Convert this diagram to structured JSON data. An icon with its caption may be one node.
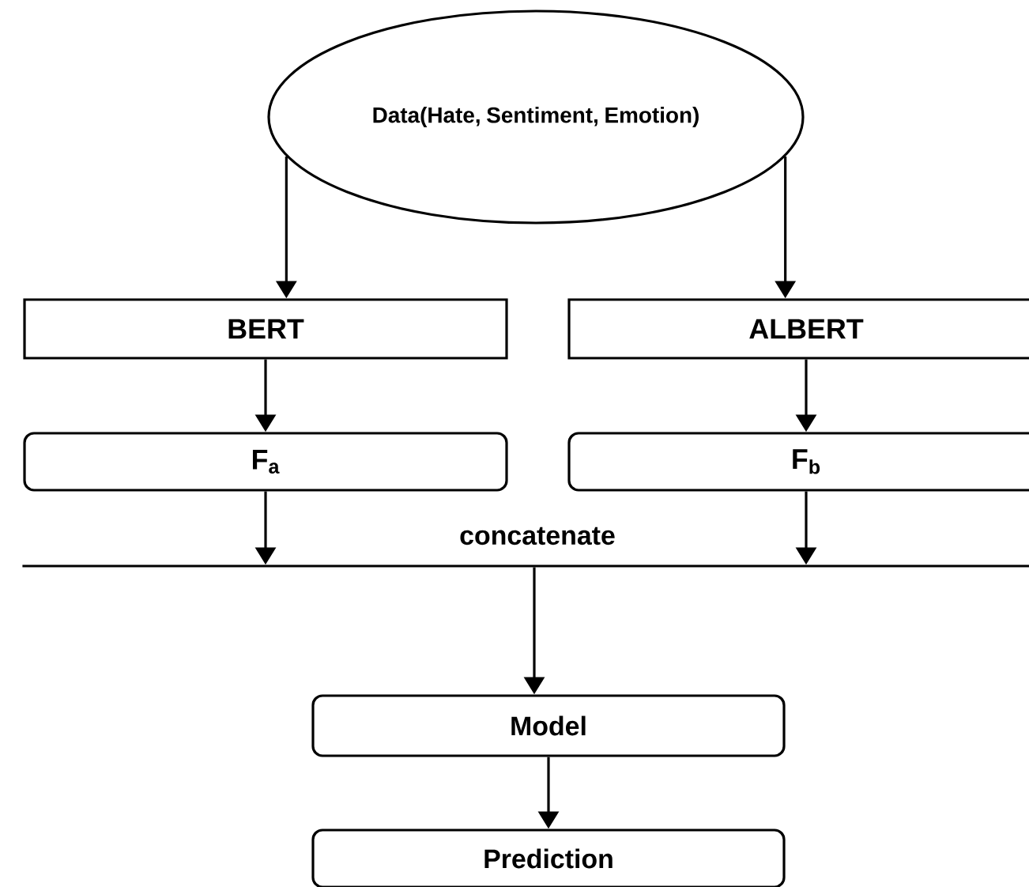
{
  "diagram": {
    "nodes": [
      {
        "text": [
          "Data(Hate, Sentiment, Emotion)"
        ]
      },
      {
        "text": [
          "BERT"
        ]
      },
      {
        "text": [
          "ALBERT"
        ]
      },
      {
        "text": [
          "F$_{a}$"
        ]
      },
      {
        "text": [
          "F$_{b}$"
        ]
      },
      {
        "text": [
          "concatenate"
        ]
      },
      {
        "text": [
          "Model"
        ]
      },
      {
        "text": [
          "Prediction"
        ]
      }
    ],
    "edges": [
      {
        "from": 0,
        "to": 1,
        "arrow": "to"
      },
      {
        "from": 0,
        "to": 2,
        "arrow": "to"
      },
      {
        "from": 1,
        "to": 3,
        "arrow": "to"
      },
      {
        "from": 2,
        "to": 4,
        "arrow": "to"
      },
      {
        "from": 3,
        "to": 5,
        "arrow": "to"
      },
      {
        "from": 4,
        "to": 5,
        "arrow": "to"
      },
      {
        "from": 5,
        "to": 6,
        "arrow": "to"
      },
      {
        "from": 6,
        "to": 7,
        "arrow": "to"
      }
    ]
  }
}
